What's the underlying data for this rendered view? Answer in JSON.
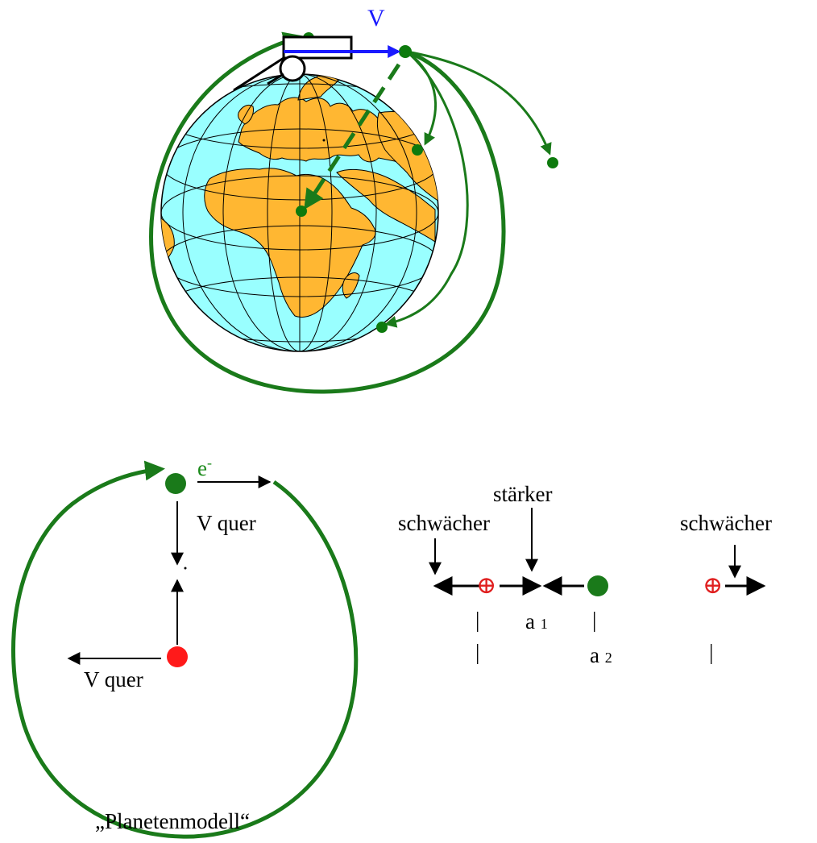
{
  "labels": {
    "velocity": "V",
    "electron": "e",
    "electron_sup": "-",
    "v_quer_top": "V quer",
    "v_quer_bottom": "V quer",
    "model_caption": "„Planetenmodell“",
    "stronger": "stärker",
    "weaker_left": "schwächer",
    "weaker_right": "schwächer",
    "a1": "a",
    "a1_sub": "1",
    "a2": "a",
    "a2_sub": "2",
    "plus_symbol": "⊕",
    "tick": "|"
  },
  "colors": {
    "ocean": "#99ffff",
    "land": "#ffb732",
    "orbit_green": "#1a7a1a",
    "point_green": "#0d7a0d",
    "velocity_blue": "#1a1aff",
    "nucleus_red": "#ff1a1a",
    "ink": "#000000"
  },
  "icons": {
    "earth": "globe-icon",
    "cannon": "cannon-icon",
    "nucleus": "proton-plus-icon"
  }
}
